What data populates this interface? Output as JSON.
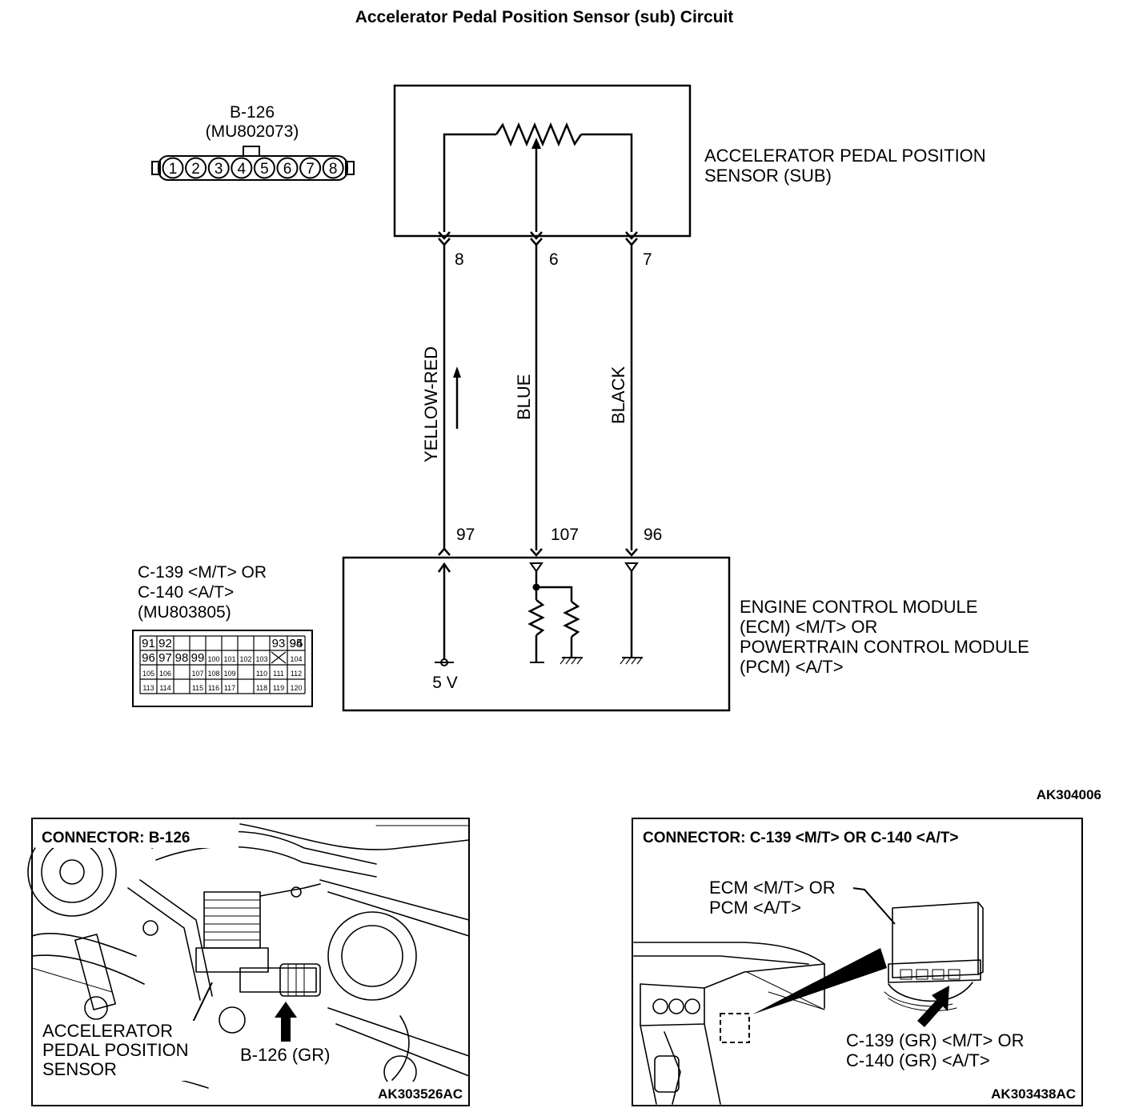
{
  "title": "Accelerator Pedal Position Sensor (sub) Circuit",
  "sensor": {
    "connector_id": "B-126",
    "part_number": "(MU802073)",
    "pins": [
      "1",
      "2",
      "3",
      "4",
      "5",
      "6",
      "7",
      "8"
    ],
    "label_line1": "ACCELERATOR PEDAL POSITION",
    "label_line2": "SENSOR (SUB)"
  },
  "wires": [
    {
      "sensor_pin": "8",
      "color": "YELLOW-RED",
      "ecm_pin": "97"
    },
    {
      "sensor_pin": "6",
      "color": "BLUE",
      "ecm_pin": "107"
    },
    {
      "sensor_pin": "7",
      "color": "BLACK",
      "ecm_pin": "96"
    }
  ],
  "ecm": {
    "connector_line1": "C-139 <M/T> OR",
    "connector_line2": "C-140 <A/T>",
    "part_number": "(MU803805)",
    "grid": [
      [
        "91",
        "92",
        "",
        "",
        "",
        "",
        "",
        "",
        "93",
        "94",
        "95"
      ],
      [
        "96",
        "97",
        "98",
        "99",
        "100",
        "101",
        "102",
        "103",
        "X",
        "104"
      ],
      [
        "105",
        "106",
        "",
        "107",
        "108",
        "109",
        "",
        "110",
        "111",
        "112"
      ],
      [
        "113",
        "114",
        "",
        "115",
        "116",
        "117",
        "",
        "118",
        "119",
        "120"
      ]
    ],
    "supply_label": "5 V",
    "label_line1": "ENGINE CONTROL MODULE",
    "label_line2": "(ECM) <M/T> OR",
    "label_line3": "POWERTRAIN CONTROL MODULE",
    "label_line4": "(PCM) <A/T>"
  },
  "diagram_code": "AK304006",
  "panel_left": {
    "title": "CONNECTOR: B-126",
    "label_line1": "ACCELERATOR",
    "label_line2": "PEDAL POSITION",
    "label_line3": "SENSOR",
    "connector_label": "B-126 (GR)",
    "code": "AK303526AC"
  },
  "panel_right": {
    "title": "CONNECTOR: C-139 <M/T> OR C-140 <A/T>",
    "ecm_line1": "ECM <M/T> OR",
    "ecm_line2": "PCM <A/T>",
    "conn_line1": "C-139 (GR) <M/T> OR",
    "conn_line2": "C-140 (GR) <A/T>",
    "code": "AK303438AC"
  }
}
